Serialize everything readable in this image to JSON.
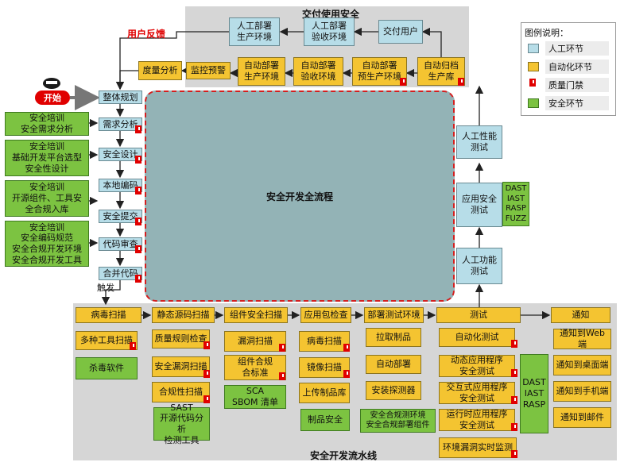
{
  "delivery_region": {
    "title": "交付使用安全",
    "manual_deploy_prod": "人工部署\n生产环境",
    "manual_deploy_accept": "人工部署\n验收环境",
    "deliver_user": "交付用户",
    "auto_deploy_prod": "自动部署\n生产环境",
    "auto_deploy_accept": "自动部署\n验收环境",
    "auto_deploy_preprod": "自动部署\n预生产环境",
    "auto_archive": "自动归档\n生产库",
    "monitor_alert": "监控预警",
    "metrics": "度量分析",
    "feedback": "用户反馈"
  },
  "legend": {
    "title": "图例说明：",
    "items": [
      {
        "label": "人工环节",
        "color": "#b7dde8"
      },
      {
        "label": "自动化环节",
        "color": "#f4c431"
      },
      {
        "label": "质量门禁",
        "color": "#e00000"
      },
      {
        "label": "安全环节",
        "color": "#7cc341"
      }
    ]
  },
  "start": {
    "label": "开始"
  },
  "phases": [
    "整体规划",
    "需求分析",
    "安全设计",
    "本地编码",
    "安全提交",
    "代码审查",
    "合并代码"
  ],
  "trigger": "触发",
  "training": [
    "安全培训\n安全需求分析",
    "安全培训\n基础开发平台选型\n安全性设计",
    "安全培训\n开源组件、工具安\n全合规入库",
    "安全培训\n安全编码规范\n安全合规开发环境\n安全合规开发工具"
  ],
  "center_title": "安全开发全流程",
  "right_column": {
    "perf_test": "人工性能\n测试",
    "app_sec_test": "应用安全\n测试",
    "tools": "DAST\nIAST\nRASP\nFUZZ",
    "func_test": "人工功能\n测试"
  },
  "pipeline": {
    "title": "安全开发流水线",
    "virus_scan": "病毒扫描",
    "multi_tool_scan": "多种工具扫描",
    "antivirus": "杀毒软件",
    "static_scan": "静态源码扫描",
    "quality_check": "质量规则检查",
    "vuln_scan_static": "安全漏洞扫描",
    "compliance_scan": "合规性扫描",
    "sast_tools": "SAST\n开源代码分析\n检测工具",
    "component_scan": "组件安全扫描",
    "vuln_scan": "漏洞扫描",
    "component_compliance": "组件合规\n合标准",
    "sca_sbom": "SCA\nSBOM 清单",
    "package_check": "应用包检查",
    "virus_scan_2": "病毒扫描",
    "image_scan": "镜像扫描",
    "upload_lib": "上传制品库",
    "artifact_safe": "制品安全",
    "deploy_test_env": "部署测试环境",
    "pull_artifact": "拉取制品",
    "auto_deploy": "自动部署",
    "install_probe": "安装探测器",
    "compliance_env": "安全合规测环境\n安全合规部署组件",
    "test": "测试",
    "auto_test": "自动化测试",
    "dynamic_test": "动态应用程序\n安全测试",
    "interactive_test": "交互式应用程序\n安全测试",
    "runtime_test": "运行时应用程序\n安全测试",
    "env_monitor": "环境漏洞实时监测",
    "dast_tools": "DAST\nIAST\nRASP",
    "notify": "通知",
    "notify_web": "通知到Web端",
    "notify_desktop": "通知到桌面端",
    "notify_mobile": "通知到手机端",
    "notify_mail": "通知到邮件"
  }
}
